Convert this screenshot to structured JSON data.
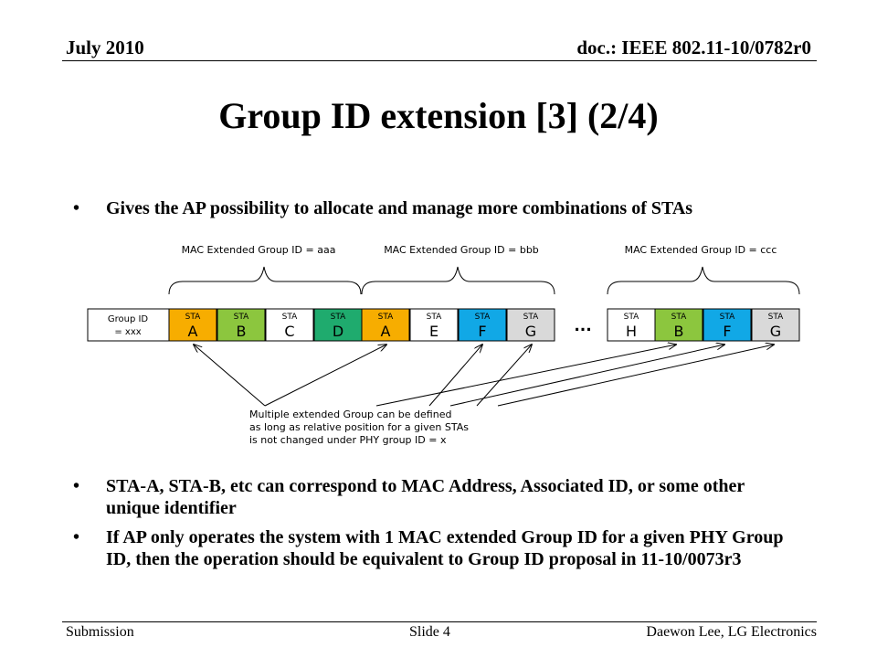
{
  "header": {
    "date": "July 2010",
    "doc_id": "doc.: IEEE 802.11-10/0782r0"
  },
  "slide": {
    "title": "Group ID extension [3] (2/4)",
    "bullets_top": [
      {
        "marker": "•",
        "text": "Gives the AP possibility to allocate and manage more combinations of STAs"
      }
    ],
    "bullets_bottom": [
      {
        "marker": "•",
        "text": "STA-A, STA-B, etc can correspond to MAC Address, Associated ID, or some other unique identifier"
      },
      {
        "marker": "•",
        "text": "If AP only operates the system with 1 MAC extended Group ID for a given PHY Group ID, then the operation should be equivalent to Group ID proposal in 11-10/0073r3"
      }
    ]
  },
  "diagram": {
    "group_labels": [
      "MAC Extended Group ID = aaa",
      "MAC Extended Group ID = bbb",
      "MAC Extended Group ID = ccc"
    ],
    "group_id_cell": [
      "Group ID",
      "= xxx"
    ],
    "ellipsis": "...",
    "cells": [
      {
        "small": "STA",
        "letter": "A",
        "color": "#f7ad00"
      },
      {
        "small": "STA",
        "letter": "B",
        "color": "#8cc63e"
      },
      {
        "small": "STA",
        "letter": "C",
        "color": "#ffffff"
      },
      {
        "small": "STA",
        "letter": "D",
        "color": "#1fab6e"
      },
      {
        "small": "STA",
        "letter": "A",
        "color": "#f7ad00"
      },
      {
        "small": "STA",
        "letter": "E",
        "color": "#ffffff"
      },
      {
        "small": "STA",
        "letter": "F",
        "color": "#11a8e6"
      },
      {
        "small": "STA",
        "letter": "G",
        "color": "#d9d9d9"
      },
      {
        "small": "STA",
        "letter": "H",
        "color": "#ffffff"
      },
      {
        "small": "STA",
        "letter": "B",
        "color": "#8cc63e"
      },
      {
        "small": "STA",
        "letter": "F",
        "color": "#11a8e6"
      },
      {
        "small": "STA",
        "letter": "G",
        "color": "#d9d9d9"
      }
    ],
    "note": [
      "Multiple extended Group can be defined",
      "as long as relative position for a given STAs",
      "is not changed under PHY group ID = x"
    ]
  },
  "footer": {
    "left": "Submission",
    "center": "Slide 4",
    "right": "Daewon Lee, LG Electronics"
  }
}
